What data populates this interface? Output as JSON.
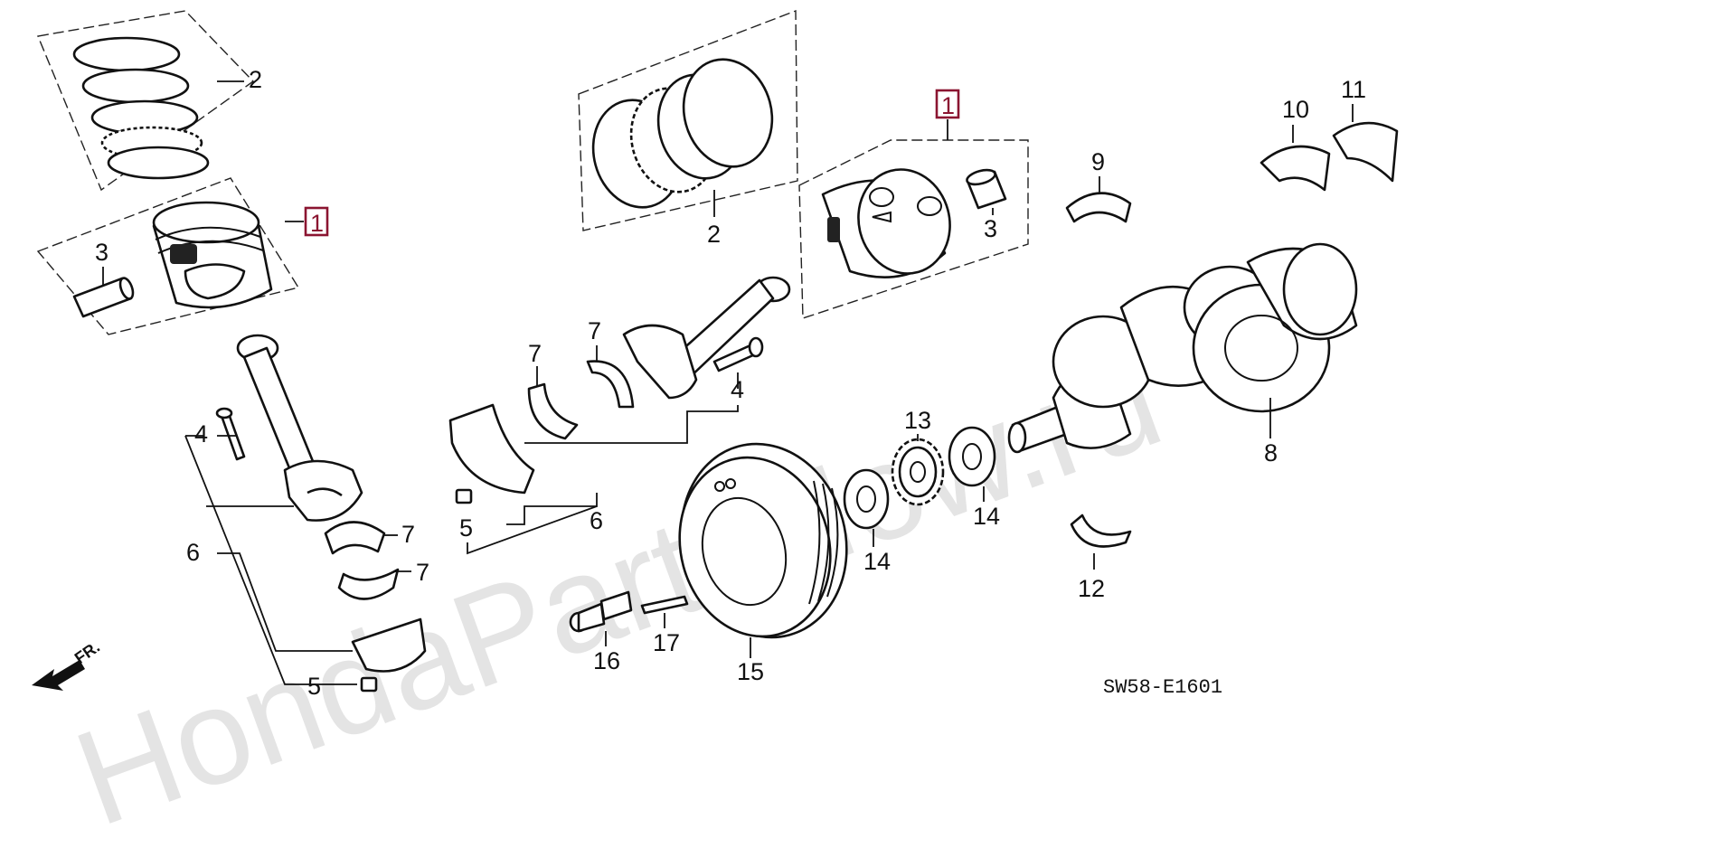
{
  "watermark": "HondaPartsNow.ru",
  "diagram_code": "SW58-E1601",
  "front_label": "FR.",
  "callouts": {
    "left_piston_ref": "1",
    "right_piston_ref": "1",
    "left_rings": "2",
    "center_rings": "2",
    "left_pin": "3",
    "right_pin": "3",
    "left_bolt": "4",
    "center_bolt": "4",
    "left_nut": "5",
    "center_nut": "5",
    "left_rod": "6",
    "center_rod": "6",
    "left_bearing_upper": "7",
    "left_bearing_lower": "7",
    "center_bearing_a": "7",
    "center_bearing_b": "7",
    "crankshaft": "8",
    "main_bearing": "9",
    "thrust_washer_a": "10",
    "thrust_washer_b": "11",
    "lower_bearing": "12",
    "timing_sprocket": "13",
    "washer_left": "14",
    "washer_right": "14",
    "pulley": "15",
    "pulley_bolt": "16",
    "key": "17"
  },
  "colors": {
    "highlight": "#8b1531",
    "ink": "#111111",
    "watermark": "#e4e4e4"
  }
}
